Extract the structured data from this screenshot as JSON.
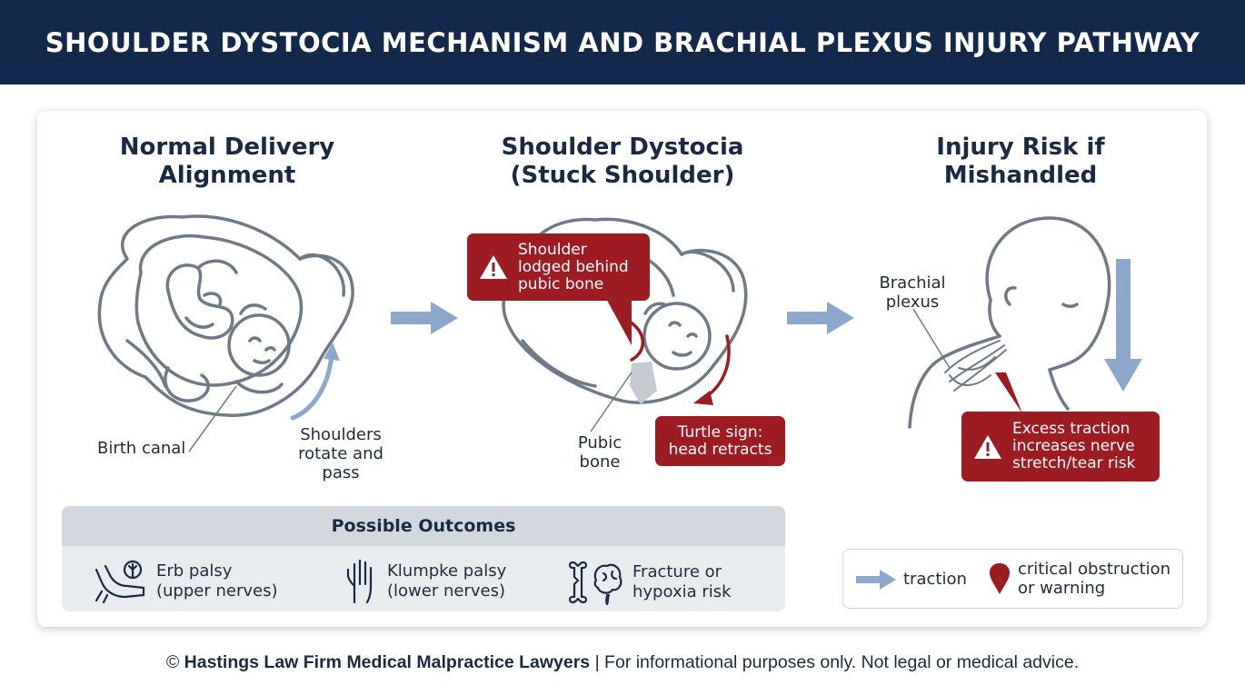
{
  "header": {
    "title": "SHOULDER DYSTOCIA MECHANISM AND BRACHIAL PLEXUS INJURY PATHWAY"
  },
  "panels": {
    "normal": {
      "title_line1": "Normal Delivery",
      "title_line2": "Alignment",
      "birth_canal_label": "Birth canal",
      "shoulders_line1": "Shoulders",
      "shoulders_line2": "rotate and",
      "shoulders_line3": "pass"
    },
    "dystocia": {
      "title_line1": "Shoulder Dystocia",
      "title_line2": "(Stuck Shoulder)",
      "warning_line1": "Shoulder",
      "warning_line2": "lodged behind",
      "warning_line3": "pubic bone",
      "pubic_line1": "Pubic",
      "pubic_line2": "bone",
      "turtle_line1": "Turtle sign:",
      "turtle_line2": "head retracts"
    },
    "injury": {
      "title_line1": "Injury Risk if",
      "title_line2": "Mishandled",
      "plexus_line1": "Brachial",
      "plexus_line2": "plexus",
      "warning_line1": "Excess traction",
      "warning_line2": "increases nerve",
      "warning_line3": "stretch/tear risk"
    }
  },
  "outcomes": {
    "heading": "Possible Outcomes",
    "items": [
      {
        "line1": "Erb palsy",
        "line2": "(upper nerves)",
        "icon": "arm-nerve-icon"
      },
      {
        "line1": "Klumpke palsy",
        "line2": "(lower nerves)",
        "icon": "hand-icon"
      },
      {
        "line1": "Fracture or",
        "line2": "hypoxia risk",
        "icon": "bone-brain-icon"
      }
    ]
  },
  "legend": {
    "traction_label": "traction",
    "critical_line1": "critical obstruction",
    "critical_line2": "or warning"
  },
  "footer": {
    "brand": "Hastings Law Firm Medical Malpractice Lawyers",
    "disclaimer": "| For informational purposes only. Not legal or medical advice."
  },
  "colors": {
    "navy": "#13294b",
    "warning_red": "#9c1c22",
    "arrow_blue": "#8ea7cc",
    "line_gray": "#6f7a88"
  }
}
